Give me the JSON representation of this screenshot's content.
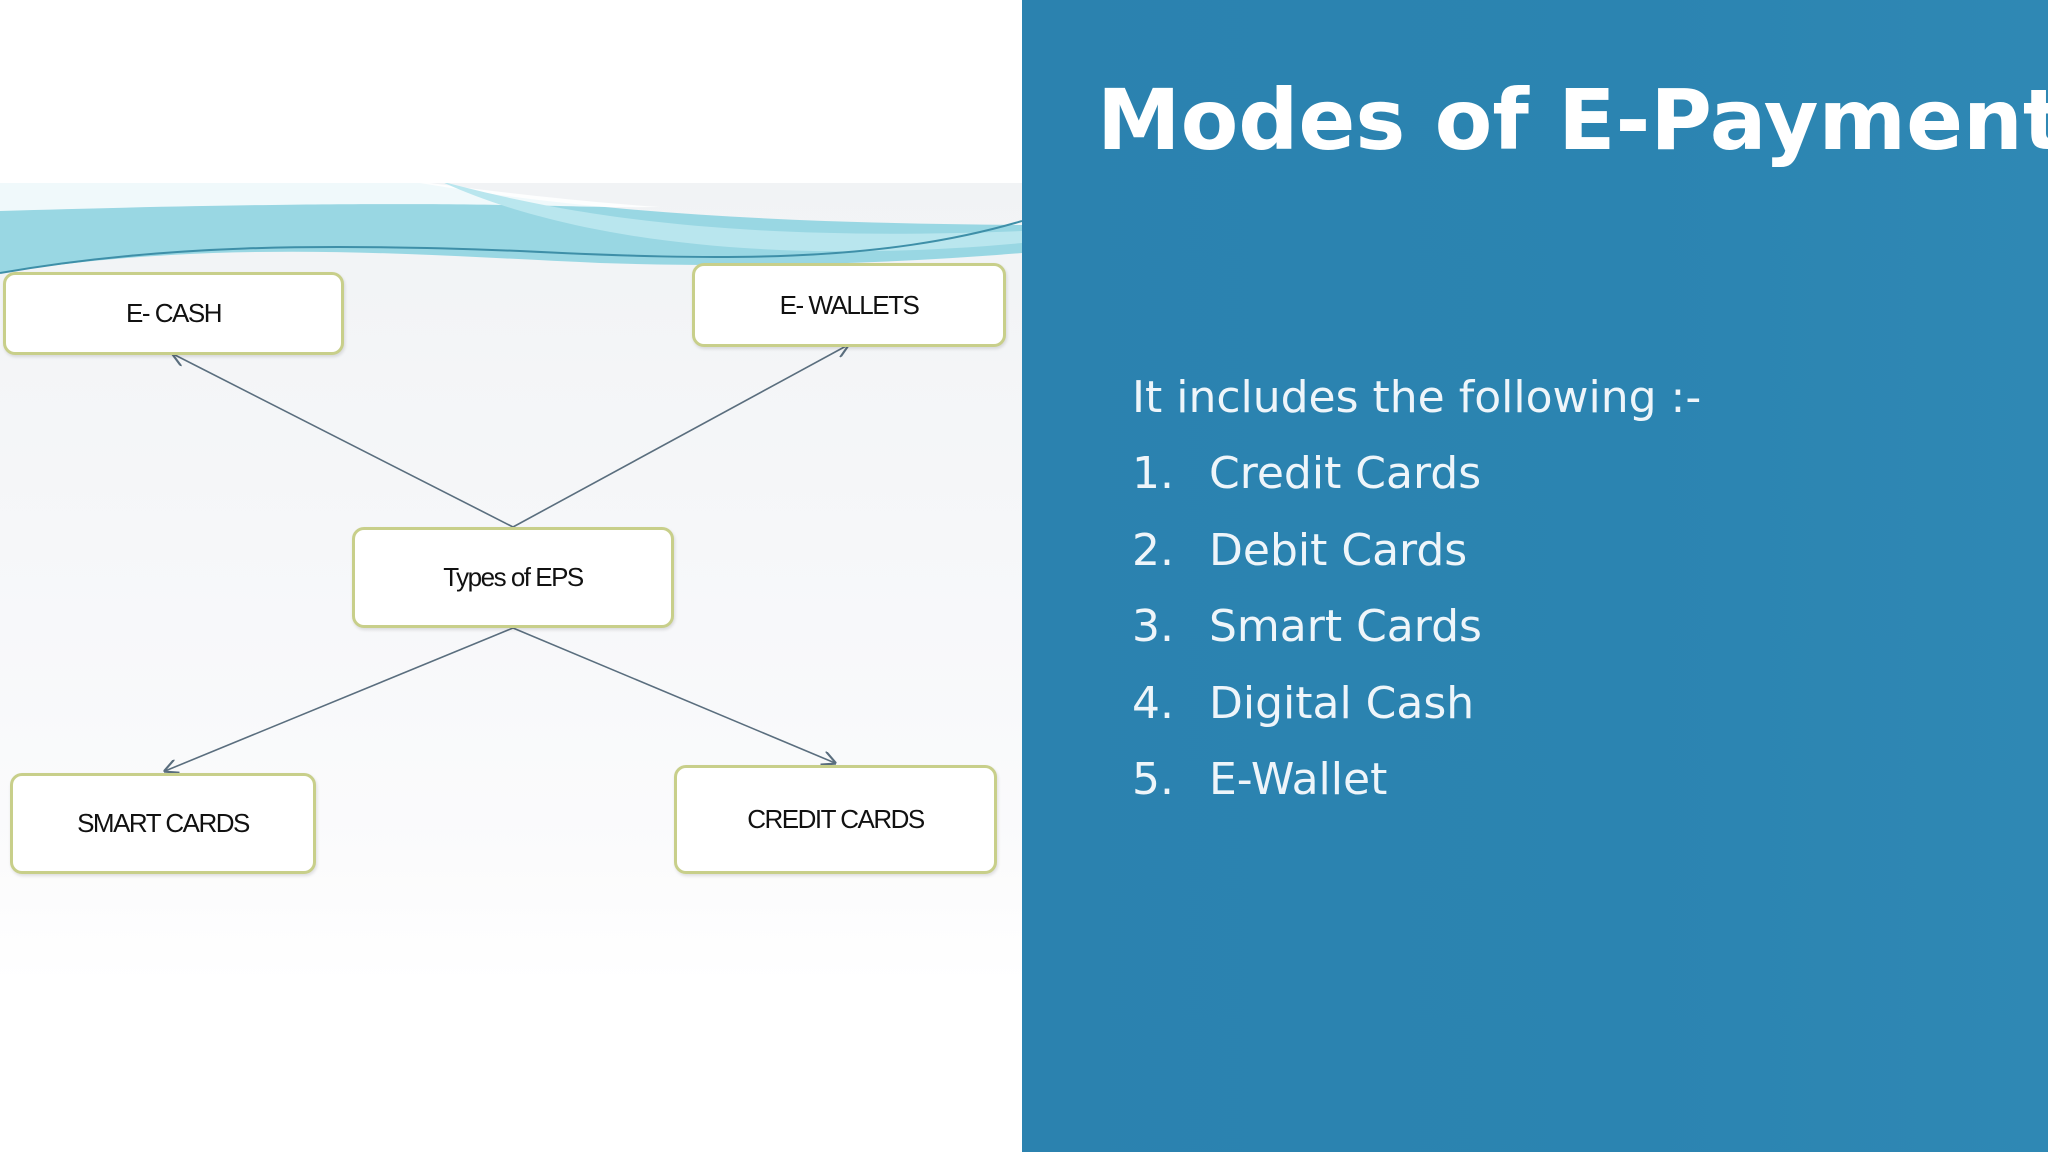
{
  "slide": {
    "title": "Modes of E-Payment",
    "intro": "It includes the following :-",
    "list": [
      {
        "number": "1.",
        "label": "Credit Cards"
      },
      {
        "number": "2.",
        "label": "Debit Cards"
      },
      {
        "number": "3.",
        "label": "Smart Cards"
      },
      {
        "number": "4.",
        "label": "Digital Cash"
      },
      {
        "number": "5.",
        "label": "E-Wallet"
      }
    ]
  },
  "diagram": {
    "center": "Types of EPS",
    "top_left": "E- CASH",
    "top_right": "E- WALLETS",
    "bottom_left": "SMART CARDS",
    "bottom_right": "CREDIT CARDS"
  },
  "colors": {
    "panel": "#2b84b1",
    "node_border": "#c8cf8a",
    "connector": "#5a6e7e",
    "wave": "#8bd2df"
  }
}
